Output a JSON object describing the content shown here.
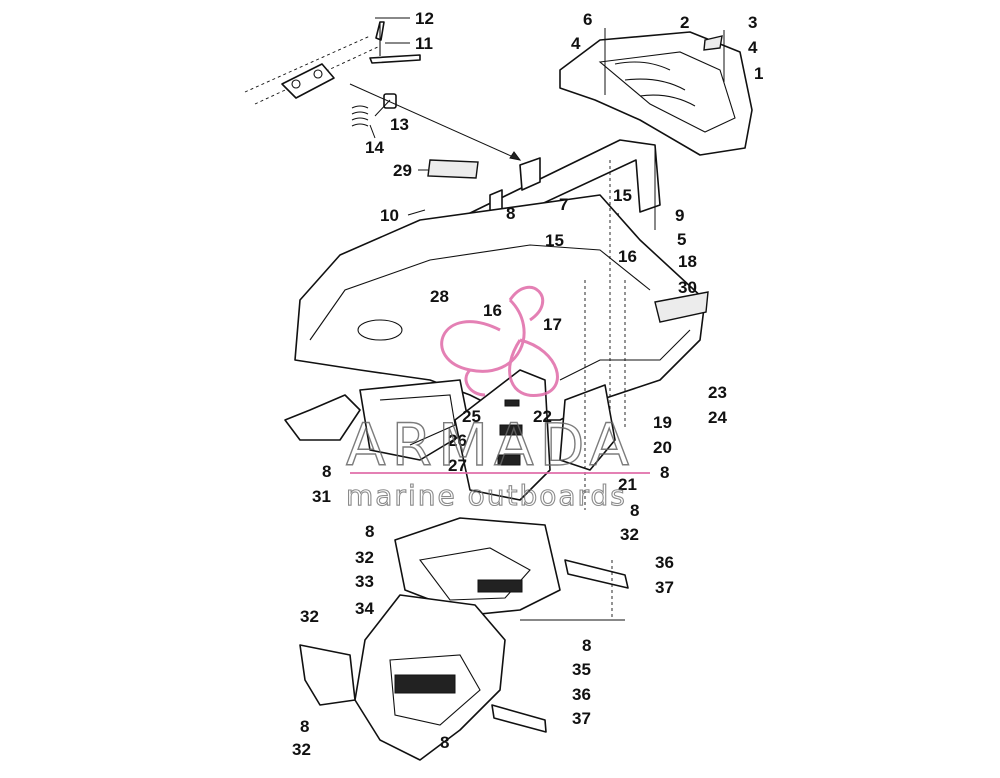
{
  "diagram": {
    "callouts": [
      {
        "id": "c12",
        "label": "12"
      },
      {
        "id": "c11",
        "label": "11"
      },
      {
        "id": "c6",
        "label": "6"
      },
      {
        "id": "c4a",
        "label": "4"
      },
      {
        "id": "c2",
        "label": "2"
      },
      {
        "id": "c3",
        "label": "3"
      },
      {
        "id": "c4b",
        "label": "4"
      },
      {
        "id": "c1",
        "label": "1"
      },
      {
        "id": "c13",
        "label": "13"
      },
      {
        "id": "c14",
        "label": "14"
      },
      {
        "id": "c29",
        "label": "29"
      },
      {
        "id": "c10",
        "label": "10"
      },
      {
        "id": "c8a",
        "label": "8"
      },
      {
        "id": "c7",
        "label": "7"
      },
      {
        "id": "c15a",
        "label": "15"
      },
      {
        "id": "c9",
        "label": "9"
      },
      {
        "id": "c15b",
        "label": "15"
      },
      {
        "id": "c5",
        "label": "5"
      },
      {
        "id": "c16a",
        "label": "16"
      },
      {
        "id": "c18",
        "label": "18"
      },
      {
        "id": "c30",
        "label": "30"
      },
      {
        "id": "c28",
        "label": "28"
      },
      {
        "id": "c16b",
        "label": "16"
      },
      {
        "id": "c17",
        "label": "17"
      },
      {
        "id": "c23",
        "label": "23"
      },
      {
        "id": "c24",
        "label": "24"
      },
      {
        "id": "c25",
        "label": "25"
      },
      {
        "id": "c22",
        "label": "22"
      },
      {
        "id": "c19",
        "label": "19"
      },
      {
        "id": "c26",
        "label": "26"
      },
      {
        "id": "c20",
        "label": "20"
      },
      {
        "id": "c8b",
        "label": "8"
      },
      {
        "id": "c27",
        "label": "27"
      },
      {
        "id": "c8c",
        "label": "8"
      },
      {
        "id": "c21",
        "label": "21"
      },
      {
        "id": "c31",
        "label": "31"
      },
      {
        "id": "c8d",
        "label": "8"
      },
      {
        "id": "c8e",
        "label": "8"
      },
      {
        "id": "c32a",
        "label": "32"
      },
      {
        "id": "c32b",
        "label": "32"
      },
      {
        "id": "c36a",
        "label": "36"
      },
      {
        "id": "c33",
        "label": "33"
      },
      {
        "id": "c37a",
        "label": "37"
      },
      {
        "id": "c32c",
        "label": "32"
      },
      {
        "id": "c34",
        "label": "34"
      },
      {
        "id": "c8f",
        "label": "8"
      },
      {
        "id": "c35",
        "label": "35"
      },
      {
        "id": "c36b",
        "label": "36"
      },
      {
        "id": "c8g",
        "label": "8"
      },
      {
        "id": "c37b",
        "label": "37"
      },
      {
        "id": "c32d",
        "label": "32"
      },
      {
        "id": "c8h",
        "label": "8"
      }
    ]
  },
  "watermark": {
    "brand": "ARMADA",
    "tagline": "marine outboards",
    "accent_color": "#e06aa8",
    "text_color": "#666666"
  }
}
